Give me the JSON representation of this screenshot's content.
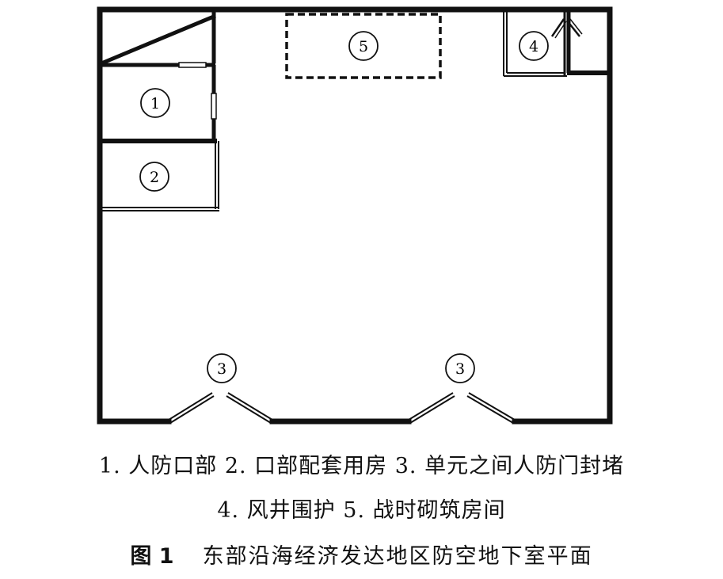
{
  "plan": {
    "labels": {
      "civil_defense_entrance": "1",
      "entrance_support_room": "2",
      "blast_door_left": "3",
      "blast_door_right": "3",
      "air_shaft": "4",
      "wartime_room": "5"
    }
  },
  "legend": {
    "line1": "1. 人防口部 2. 口部配套用房 3. 单元之间人防门封堵",
    "line2": "4. 风井围护 5. 战时砌筑房间"
  },
  "caption": {
    "figure_number": "图 1",
    "title": "东部沿海经济发达地区防空地下室平面"
  }
}
